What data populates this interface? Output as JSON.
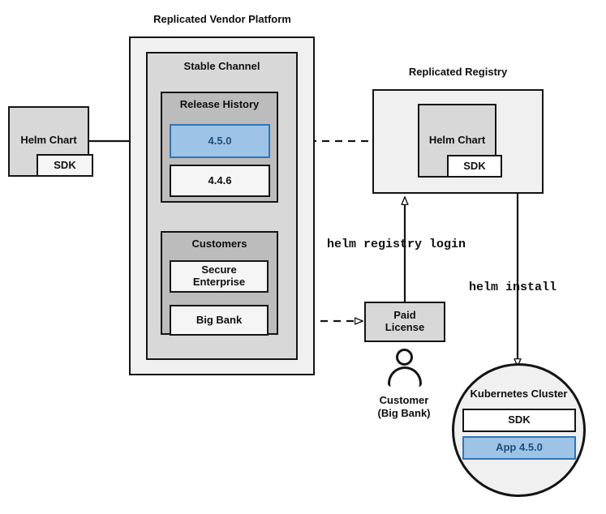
{
  "diagram": {
    "title": "Replicated Vendor Platform Helm distribution flow",
    "colors": {
      "accent_blue_fill": "#9dc3e6",
      "accent_blue_border": "#2e75b6",
      "accent_blue_text": "#1f4e79",
      "outline": "#141414",
      "level1_fill": "#f0f0f0",
      "level2_fill": "#d8d8d8",
      "level3_fill": "#bcbcbc"
    }
  },
  "source": {
    "helm_chart_label": "Helm Chart",
    "sdk_label": "SDK"
  },
  "platform": {
    "title": "Replicated Vendor Platform",
    "channel": {
      "title": "Stable Channel",
      "release_history": {
        "title": "Release History",
        "releases": [
          {
            "version": "4.5.0",
            "highlighted": true
          },
          {
            "version": "4.4.6",
            "highlighted": false
          }
        ]
      },
      "customers": {
        "title": "Customers",
        "entries": [
          {
            "name": "Secure\nEnterprise"
          },
          {
            "name": "Big Bank"
          }
        ]
      }
    }
  },
  "registry": {
    "title": "Replicated Registry",
    "helm_chart_label": "Helm Chart",
    "sdk_label": "SDK"
  },
  "license": {
    "label": "Paid\nLicense"
  },
  "actor": {
    "label": "Customer\n(Big Bank)",
    "icon": "person-icon"
  },
  "cluster": {
    "title": "Kubernetes Cluster",
    "items": [
      {
        "label": "SDK",
        "highlighted": false
      },
      {
        "label": "App 4.5.0",
        "highlighted": true
      }
    ]
  },
  "commands": {
    "registry_login": "helm registry login",
    "install": "helm install"
  },
  "connectors": [
    {
      "name": "chart-to-release",
      "style": "solid",
      "from": "Helm Chart",
      "to": "4.5.0"
    },
    {
      "name": "release-to-registry",
      "style": "dashed",
      "from": "4.5.0",
      "to": "Replicated Registry"
    },
    {
      "name": "bigbank-to-license",
      "style": "dashed",
      "from": "Big Bank",
      "to": "Paid License"
    },
    {
      "name": "license-to-registry",
      "style": "solid",
      "from": "Paid License",
      "to": "Replicated Registry",
      "label": "helm registry login"
    },
    {
      "name": "registry-to-cluster",
      "style": "solid",
      "from": "Replicated Registry",
      "to": "Kubernetes Cluster",
      "label": "helm install"
    }
  ]
}
